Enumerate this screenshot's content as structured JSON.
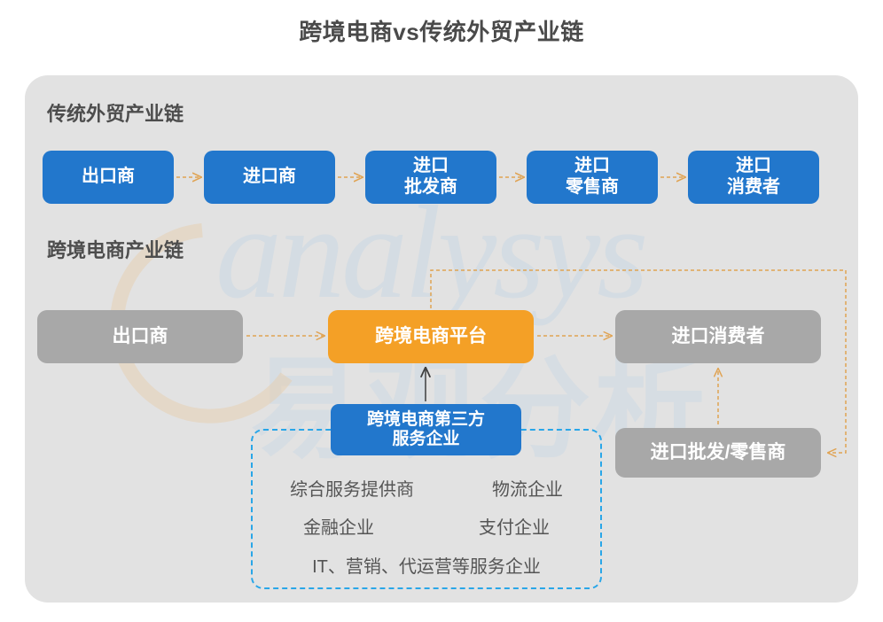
{
  "title": "跨境电商vs传统外贸产业链",
  "colors": {
    "panel_bg": "#e2e2e2",
    "blue": "#2277cc",
    "gray": "#a8a8a8",
    "orange": "#f4a026",
    "dashed_border": "#29a6e8",
    "arrow_orange": "#e8a33d",
    "arrow_dark": "#4d4d4d",
    "title_text": "#4a4a4a"
  },
  "sections": {
    "traditional": {
      "header": "传统外贸产业链",
      "nodes": [
        {
          "label": "出口商",
          "style": "blue"
        },
        {
          "label": "进口商",
          "style": "blue"
        },
        {
          "label": "进口\n批发商",
          "style": "blue"
        },
        {
          "label": "进口\n零售商",
          "style": "blue"
        },
        {
          "label": "进口\n消费者",
          "style": "blue"
        }
      ]
    },
    "cross_border": {
      "header": "跨境电商产业链",
      "nodes": {
        "exporter": {
          "label": "出口商",
          "style": "gray"
        },
        "platform": {
          "label": "跨境电商平台",
          "style": "orange"
        },
        "consumer": {
          "label": "进口消费者",
          "style": "gray"
        },
        "wholesale_retail": {
          "label": "进口批发/零售商",
          "style": "gray"
        },
        "third_party": {
          "label": "跨境电商第三方\n服务企业",
          "style": "blue"
        }
      },
      "services": [
        [
          "综合服务提供商",
          "物流企业"
        ],
        [
          "金融企业",
          "支付企业"
        ],
        [
          "IT、营销、代运营等服务企业"
        ]
      ]
    }
  },
  "watermark": {
    "text": "analysys",
    "text_cn": "易观分析"
  }
}
